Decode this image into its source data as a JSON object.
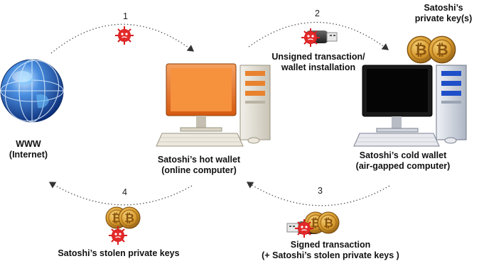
{
  "steps": {
    "s1": "1",
    "s2": "2",
    "s3": "3",
    "s4": "4"
  },
  "nodes": {
    "internet": {
      "line1": "WWW",
      "line2": "(Internet)"
    },
    "hot_wallet": {
      "line1": "Satoshi’s hot wallet",
      "line2": "(online computer)"
    },
    "cold_wallet": {
      "line1": "Satoshi’s cold wallet",
      "line2": "(air-gapped computer)"
    }
  },
  "labels": {
    "private_keys_line1": "Satoshi’s",
    "private_keys_line2": "private key(s)",
    "unsigned_line1": "Unsigned transaction/",
    "unsigned_line2": "wallet installation",
    "signed_line1": "Signed transaction",
    "signed_line2": "(+ Satoshi’s stolen private keys )",
    "stolen_keys": "Satoshi’s stolen private keys"
  },
  "icons": {
    "globe": "globe-icon",
    "computer": "desktop-computer-icon",
    "malware": "malware-virus-icon",
    "usb": "usb-drive-icon",
    "coin": "bitcoin-coin-icon"
  },
  "colors": {
    "hot_monitor": "#f07a2a",
    "cold_screen": "#0a0a0a",
    "cold_tower_accent": "#1f4fc8",
    "virus": "#d81e1e",
    "coin_gold": "#d8a23a",
    "globe_blue": "#2a64c8"
  }
}
